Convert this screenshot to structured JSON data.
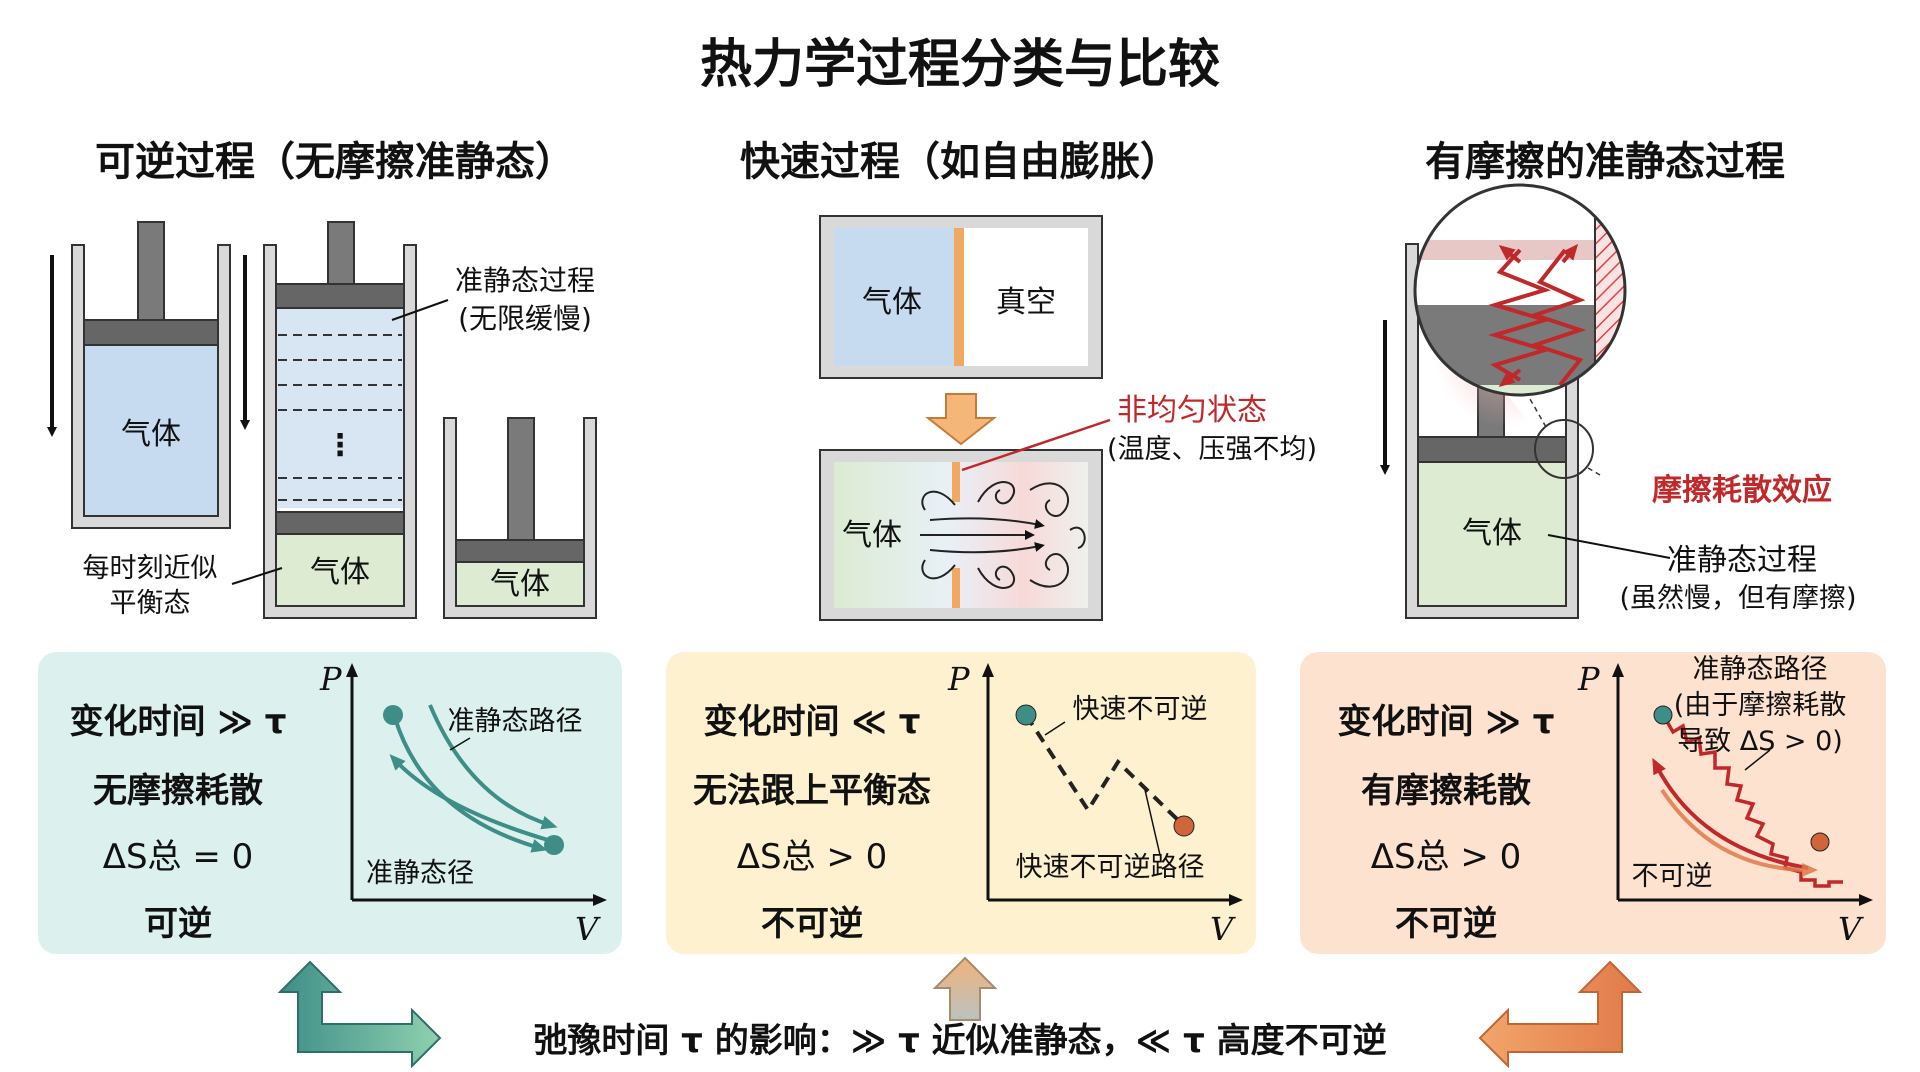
{
  "title": "热力学过程分类与比较",
  "columns": {
    "reversible": {
      "heading": "可逆过程（无摩擦准静态）",
      "gas": "气体",
      "quasi_label_1": "准静态过程",
      "quasi_label_2": "(无限缓慢)",
      "dots": "⋮",
      "equilibrium_label_1": "每时刻近似",
      "equilibrium_label_2": "平衡态",
      "panel": {
        "line1": "变化时间 ≫ τ",
        "line2": "无摩擦耗散",
        "line3": "ΔS总 = 0",
        "line4": "可逆",
        "axis_p": "P",
        "axis_v": "V",
        "path_top": "准静态路径",
        "path_bottom": "准静态径"
      }
    },
    "fast": {
      "heading": "快速过程（如自由膨胀）",
      "gas": "气体",
      "vacuum": "真空",
      "nonuniform_1": "非均匀状态",
      "nonuniform_2": "(温度、压强不均)",
      "panel": {
        "line1": "变化时间 ≪ τ",
        "line2": "无法跟上平衡态",
        "line3": "ΔS总 > 0",
        "line4": "不可逆",
        "axis_p": "P",
        "axis_v": "V",
        "path_top": "快速不可逆",
        "path_bottom": "快速不可逆路径"
      }
    },
    "friction": {
      "heading": "有摩擦的准静态过程",
      "gas": "气体",
      "friction_effect": "摩擦耗散效应",
      "quasi_label_1": "准静态过程",
      "quasi_label_2": "(虽然慢，但有摩擦)",
      "panel": {
        "line1": "变化时间 ≫ τ",
        "line2": "有摩擦耗散",
        "line3": "ΔS总 > 0",
        "line4": "不可逆",
        "axis_p": "P",
        "axis_v": "V",
        "path_1": "准静态路径",
        "path_2": "(由于摩擦耗散",
        "path_3": "导致 ΔS > 0)",
        "path_bottom": "不可逆"
      }
    }
  },
  "footer": "弛豫时间 τ 的影响：≫ τ 近似准静态，≪ τ 高度不可逆",
  "colors": {
    "gas_blue": "#c7dbf0",
    "gas_green": "#dcebd2",
    "panel_teal": "#dcf1ee",
    "panel_yellow": "#fdf1cf",
    "panel_peach": "#fde2d0",
    "teal": "#3e8e87",
    "red": "#c0282a",
    "orange": "#ec9a4e"
  }
}
